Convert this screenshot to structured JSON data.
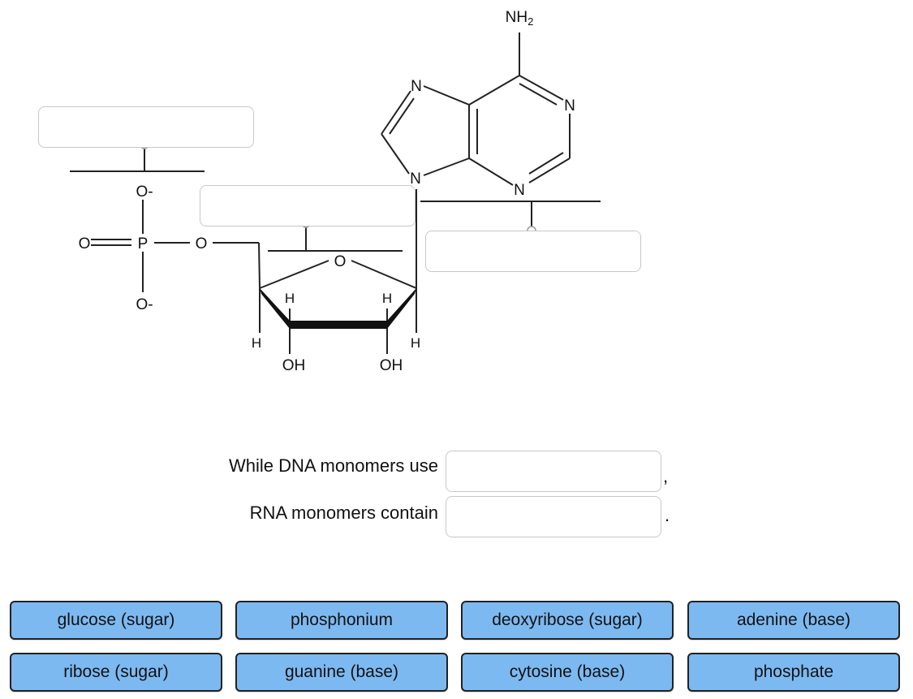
{
  "molecule": {
    "amine": "NH",
    "amine_sub": "2",
    "ring_nitrogen": "N",
    "phosphate_oxygen_top": "O-",
    "phosphate_oxygen_bottom": "O-",
    "phosphorus": "P",
    "double_bond_oxygen": "O",
    "ester_oxygen": "O",
    "ring_oxygen": "O",
    "hydrogen": "H",
    "hydroxyl": "OH"
  },
  "sentences": {
    "dna": "While DNA monomers use",
    "dna_punct": ",",
    "rna": "RNA monomers contain",
    "rna_punct": "."
  },
  "tiles": [
    "glucose (sugar)",
    "phosphonium",
    "deoxyribose (sugar)",
    "adenine (base)",
    "ribose (sugar)",
    "guanine (base)",
    "cytosine (base)",
    "phosphate"
  ],
  "colors": {
    "tile_fill": "#7db9f1",
    "tile_border": "#222222",
    "drop_border": "#c8c8c8"
  }
}
